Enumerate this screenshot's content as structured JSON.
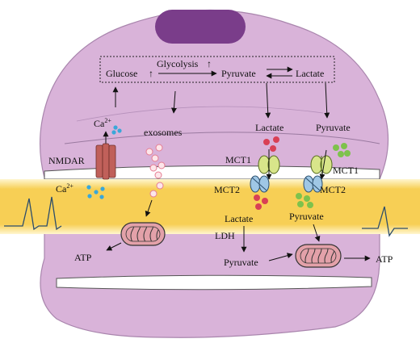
{
  "labels": {
    "glucose": "Glucose",
    "glycolysis": "Glycolysis",
    "pyruvate_top": "Pyruvate",
    "lactate_top": "Lactate",
    "ca_top": "Ca",
    "ca_top_sup": "2+",
    "exosomes": "exosomes",
    "lactate_mid": "Lactate",
    "pyruvate_mid": "Pyruvate",
    "nmdar": "NMDAR",
    "mct1_left": "MCT1",
    "mct1_right": "MCT1",
    "ca_bottom": "Ca",
    "ca_bottom_sup": "2+",
    "mct2_left": "MCT2",
    "mct2_right": "MCT2",
    "lactate_bottom": "Lactate",
    "pyruvate_bottom": "Pyruvate",
    "ldh": "LDH",
    "atp_left": "ATP",
    "pyruvate_lower": "Pyruvate",
    "atp_right": "ATP"
  },
  "colors": {
    "cell_body": "#d9b3d9",
    "nucleus": "#7a3d8a",
    "neuron_band": "#f5c94a",
    "lactate_molecule": "#d94055",
    "pyruvate_molecule": "#7ec24c",
    "calcium_ion": "#3aa7d9",
    "exosome": "#f2a6b5",
    "mitochondria": "#e3a1a9",
    "receptor": "#c0605a",
    "mct1": "#d8e58a",
    "mct2": "#9fc7e5",
    "spike_trace": "#2c4d6b"
  }
}
